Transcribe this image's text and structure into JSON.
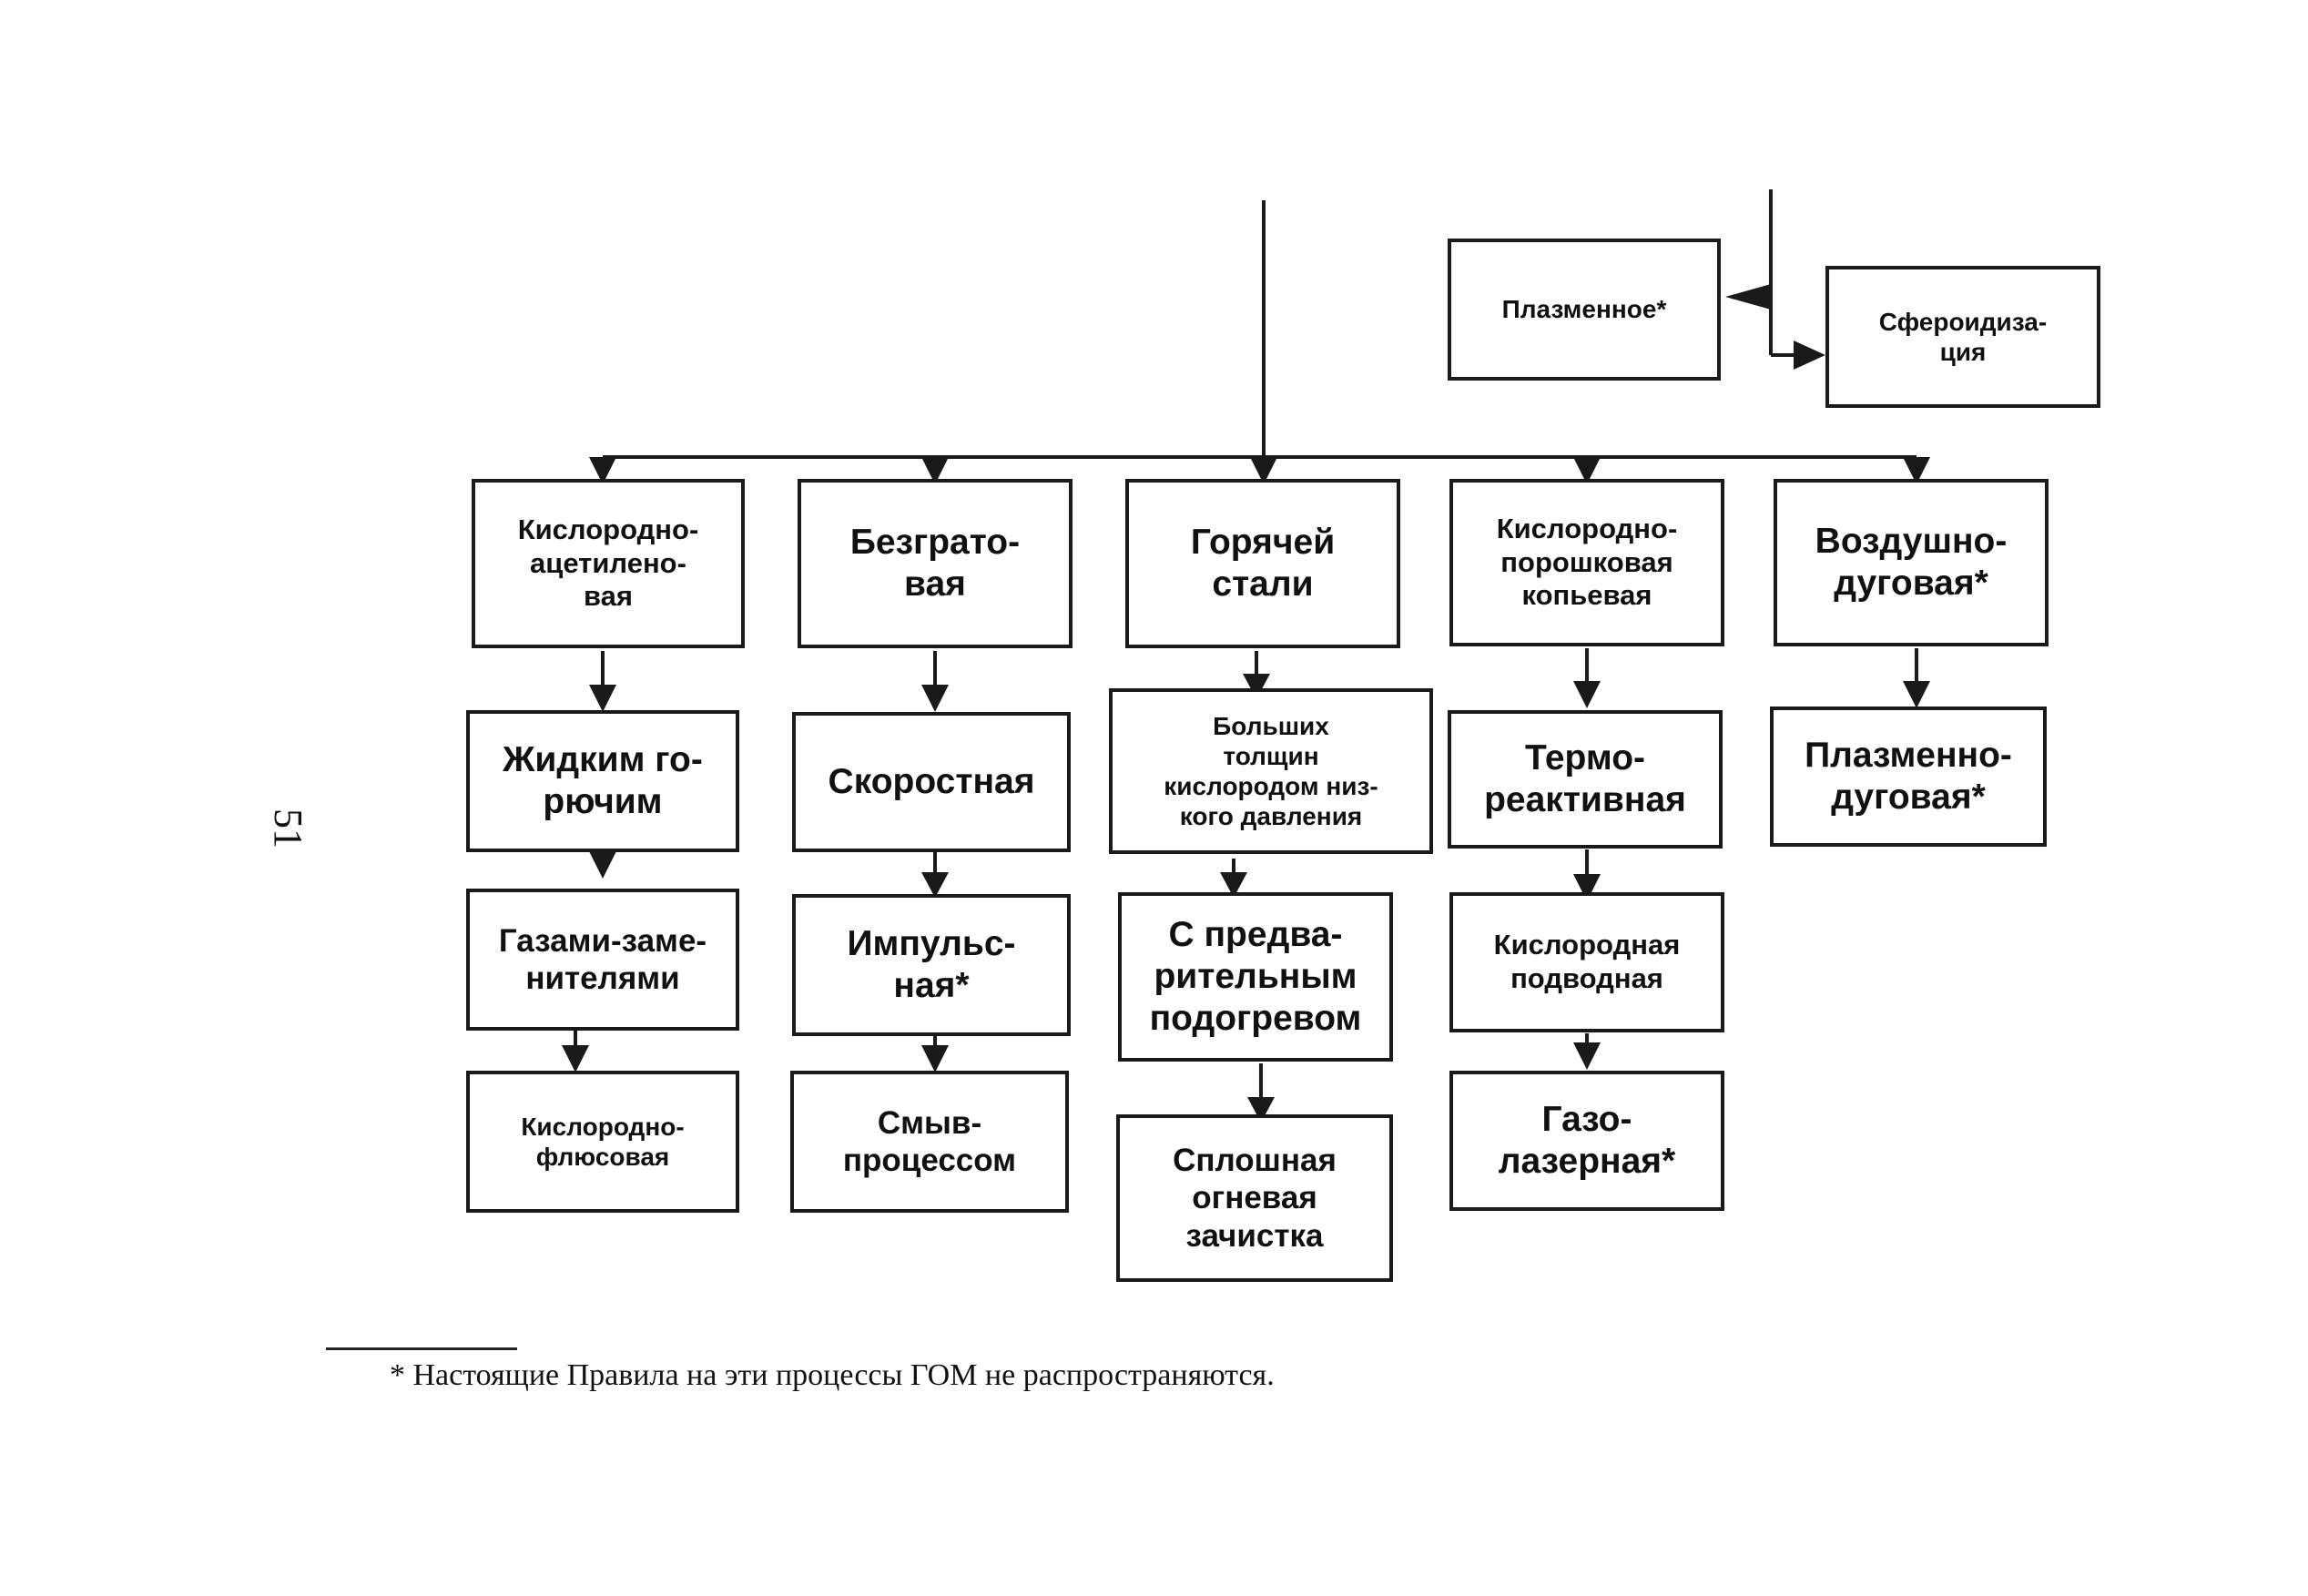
{
  "page_number": "51",
  "footnote": "* Настоящие Правила на эти процессы ГОМ не распространяются.",
  "nodes": {
    "plasma": "Плазменное*",
    "spheroid": "Сфероидиза-\nция",
    "oxy_acet": "Кислородно-\nацетилено-\nвая",
    "liquid_fuel": "Жидким го-\nрючим",
    "gas_subst": "Газами-заме-\nнителями",
    "oxy_flux": "Кислородно-\nфлюсовая",
    "flameless": "Безграто-\nвая",
    "high_speed": "Скоростная",
    "pulse": "Импульс-\nная*",
    "wash": "Смыв-\nпроцессом",
    "hot_steel": "Горячей\nстали",
    "thick_lowp": "Больших\nтолщин\nкислородом низ-\nкого давления",
    "preheat": "С предва-\nрительным\nподогревом",
    "scarfing": "Сплошная\nогневая\nзачистка",
    "oxy_powder": "Кислородно-\nпорошковая\nкопьевая",
    "thermo": "Термо-\nреактивная",
    "underwater": "Кислородная\nподводная",
    "gas_laser": "Газо-\nлазерная*",
    "air_arc": "Воздушно-\nдуговая*",
    "plasma_arc": "Плазменно-\nдуговая*"
  }
}
